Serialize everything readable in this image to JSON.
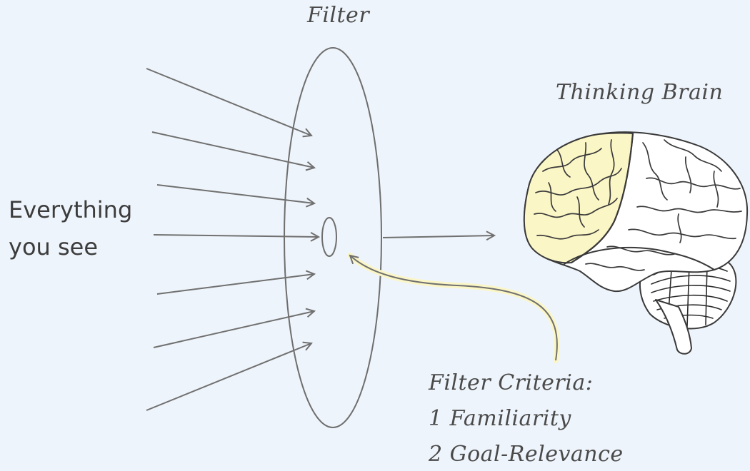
{
  "filter_label": "Filter",
  "brain_label": "Thinking Brain",
  "input_label": {
    "line1": "Everything",
    "line2": "you see"
  },
  "criteria": {
    "heading": "Filter Criteria:",
    "items": [
      "1 Familiarity",
      "2 Goal-Relevance"
    ]
  },
  "colors": {
    "background": "#eef4fb",
    "stroke": "#707070",
    "highlight": "#fbf6c6"
  },
  "icons": [
    "brain-illustration"
  ]
}
